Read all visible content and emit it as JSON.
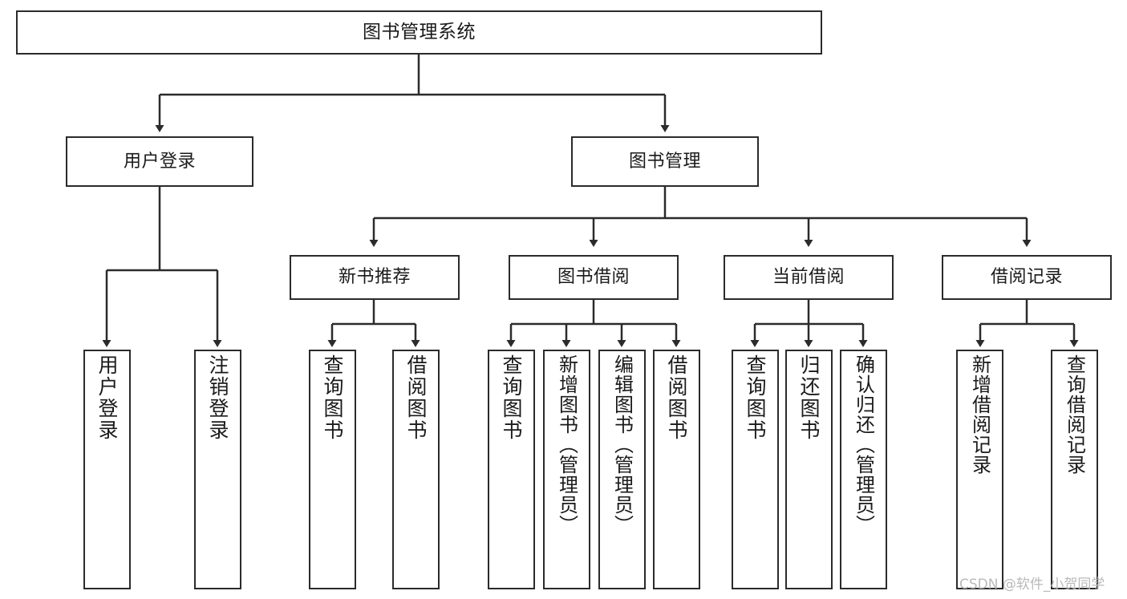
{
  "diagram": {
    "title": "图书管理系统",
    "type": "tree-hierarchy",
    "orientation": "top-down",
    "stroke_color": "#2b2b2b",
    "fill_color": "#ffffff",
    "text_color": "#1a1a1a"
  },
  "nodes": {
    "root": {
      "label": "图书管理系统"
    },
    "level2": [
      {
        "label": "用户登录"
      },
      {
        "label": "图书管理"
      }
    ],
    "level3": [
      {
        "label": "新书推荐"
      },
      {
        "label": "图书借阅"
      },
      {
        "label": "当前借阅"
      },
      {
        "label": "借阅记录"
      }
    ],
    "leaves": {
      "user_login": [
        {
          "label": "用户登录"
        },
        {
          "label": "注销登录"
        }
      ],
      "new_book_recommend": [
        {
          "label": "查询图书"
        },
        {
          "label": "借阅图书"
        }
      ],
      "book_borrow": [
        {
          "label": "查询图书"
        },
        {
          "label": "新增图书（管理员）"
        },
        {
          "label": "编辑图书（管理员）"
        },
        {
          "label": "借阅图书"
        }
      ],
      "current_borrow": [
        {
          "label": "查询图书"
        },
        {
          "label": "归还图书"
        },
        {
          "label": "确认归还（管理员）"
        }
      ],
      "borrow_record": [
        {
          "label": "新增借阅记录"
        },
        {
          "label": "查询借阅记录"
        }
      ]
    }
  },
  "watermark": {
    "text": "CSDN @软件_小贺同学"
  }
}
